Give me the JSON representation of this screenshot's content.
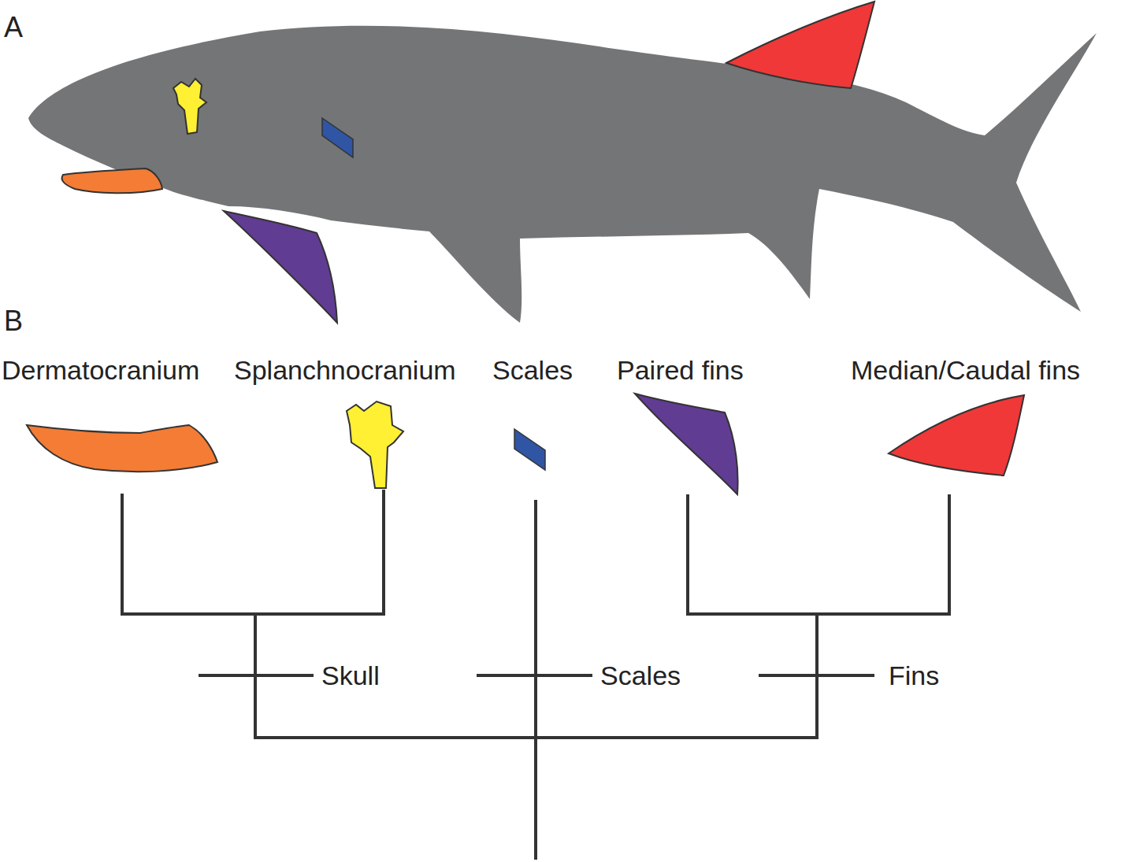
{
  "diagram": {
    "labels": [
      "A",
      "B",
      "Dermatocranium",
      "Splanchnocranium",
      "Scales",
      "Paired fins",
      "Median/Caudal fins",
      "Skull",
      "Scales",
      "Fins"
    ]
  }
}
